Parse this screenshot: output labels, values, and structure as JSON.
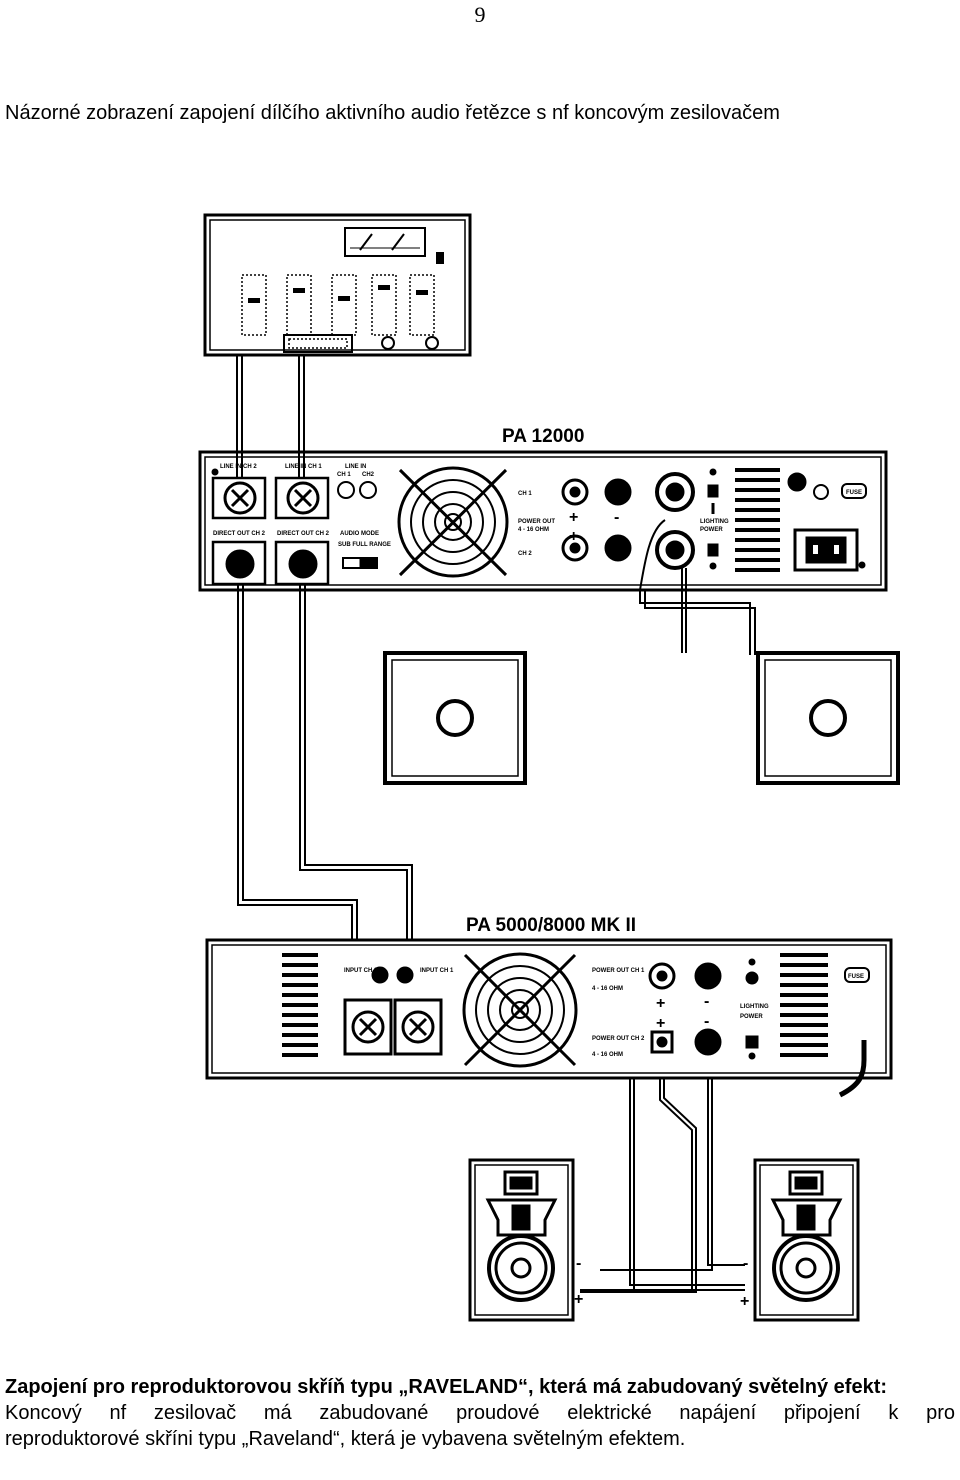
{
  "page": {
    "number": "9",
    "heading": "Názorné zobrazení zapojení dílčího aktivního audio řetězce s nf koncovým zesilovačem"
  },
  "diagram": {
    "amp_top": {
      "title": "PA 12000",
      "labels": {
        "line_ch2": "LINE IN CH 2",
        "line_ch1": "LINE IN CH 1",
        "line_in": "LINE IN",
        "ch1_small": "CH 1",
        "ch2_small": "CH2",
        "direct_ch2": "DIRECT OUT CH 2",
        "direct_ch2b": "DIRECT OUT CH 2",
        "audio_mode": "AUDIO MODE",
        "sub_full": "SUB FULL RANGE",
        "ch1": "CH 1",
        "power_out": "POWER OUT",
        "ohm": "4 - 16 OHM",
        "ch2": "CH 2",
        "lighting": "LIGHTING",
        "power": "POWER",
        "fuse": "FUSE"
      }
    },
    "amp_bottom": {
      "title": "PA 5000/8000 MK II",
      "labels": {
        "input_ch2": "INPUT CH 2",
        "input_ch1": "INPUT CH 1",
        "power_out_ch1": "POWER OUT CH 1",
        "ohm1": "4 - 16 OHM",
        "power_out_ch2": "POWER OUT CH 2",
        "ohm2": "4 - 16 OHM",
        "lighting": "LIGHTING",
        "power": "POWER",
        "fuse": "FUSE"
      }
    },
    "signs": {
      "plus": "+",
      "minus": "-"
    }
  },
  "caption": {
    "bold_line": "Zapojení pro reproduktorovou skříň typu „RAVELAND“, která má zabudovaný světelný efekt:",
    "body_line1": "Koncový nf zesilovač má zabudované proudové elektrické napájení připojení k pro",
    "body_line2": "reproduktorové skříni typu „Raveland“, která je vybavena světelným efektem."
  }
}
